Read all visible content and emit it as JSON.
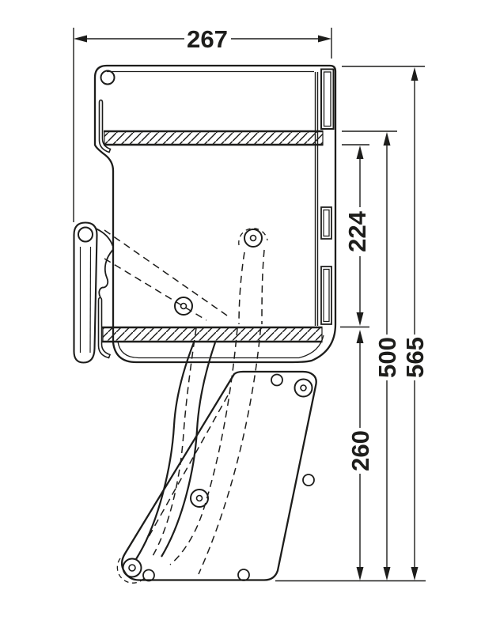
{
  "drawing": {
    "background": "#ffffff",
    "line_color": "#1d1d1b",
    "labels": {
      "width_top": "267",
      "shelf_spacing": "224",
      "height_inner": "500",
      "height_total": "565",
      "drop_below": "260"
    }
  }
}
